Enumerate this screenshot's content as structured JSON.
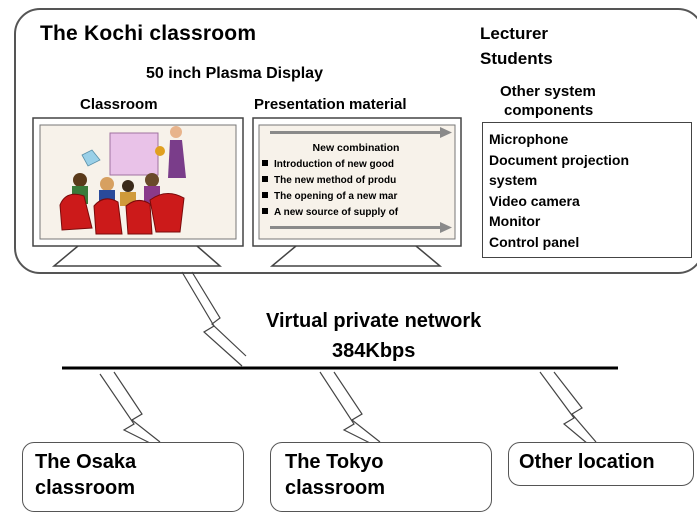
{
  "kochi": {
    "title": "The Kochi classroom",
    "lecturer": "Lecturer",
    "students": "Students",
    "display_title": "50 inch Plasma Display",
    "classroom_label": "Classroom",
    "presentation_label": "Presentation material",
    "other_components_label_1": "Other system",
    "other_components_label_2": "components",
    "components": [
      "Microphone",
      "Document projection",
      "system",
      "Video camera",
      "Monitor",
      "Control panel"
    ]
  },
  "slide": {
    "title": "New combination",
    "items": [
      "Introduction of new good",
      "The new method of produ",
      "The opening of a new mar",
      "A new source of supply of"
    ]
  },
  "network": {
    "name": "Virtual private network",
    "speed": "384Kbps"
  },
  "locations": {
    "osaka_1": "The Osaka",
    "osaka_2": "classroom",
    "tokyo_1": "The Tokyo",
    "tokyo_2": "classroom",
    "other": "Other location"
  },
  "colors": {
    "border": "#555555",
    "seat_red": "#cc1a1a",
    "screen_bg": "#f7f2ea",
    "slide_arrow": "#8a8a8a"
  },
  "icons": [
    "classroom-clipart-icon",
    "presentation-slide-icon",
    "lightning-link-icon"
  ]
}
